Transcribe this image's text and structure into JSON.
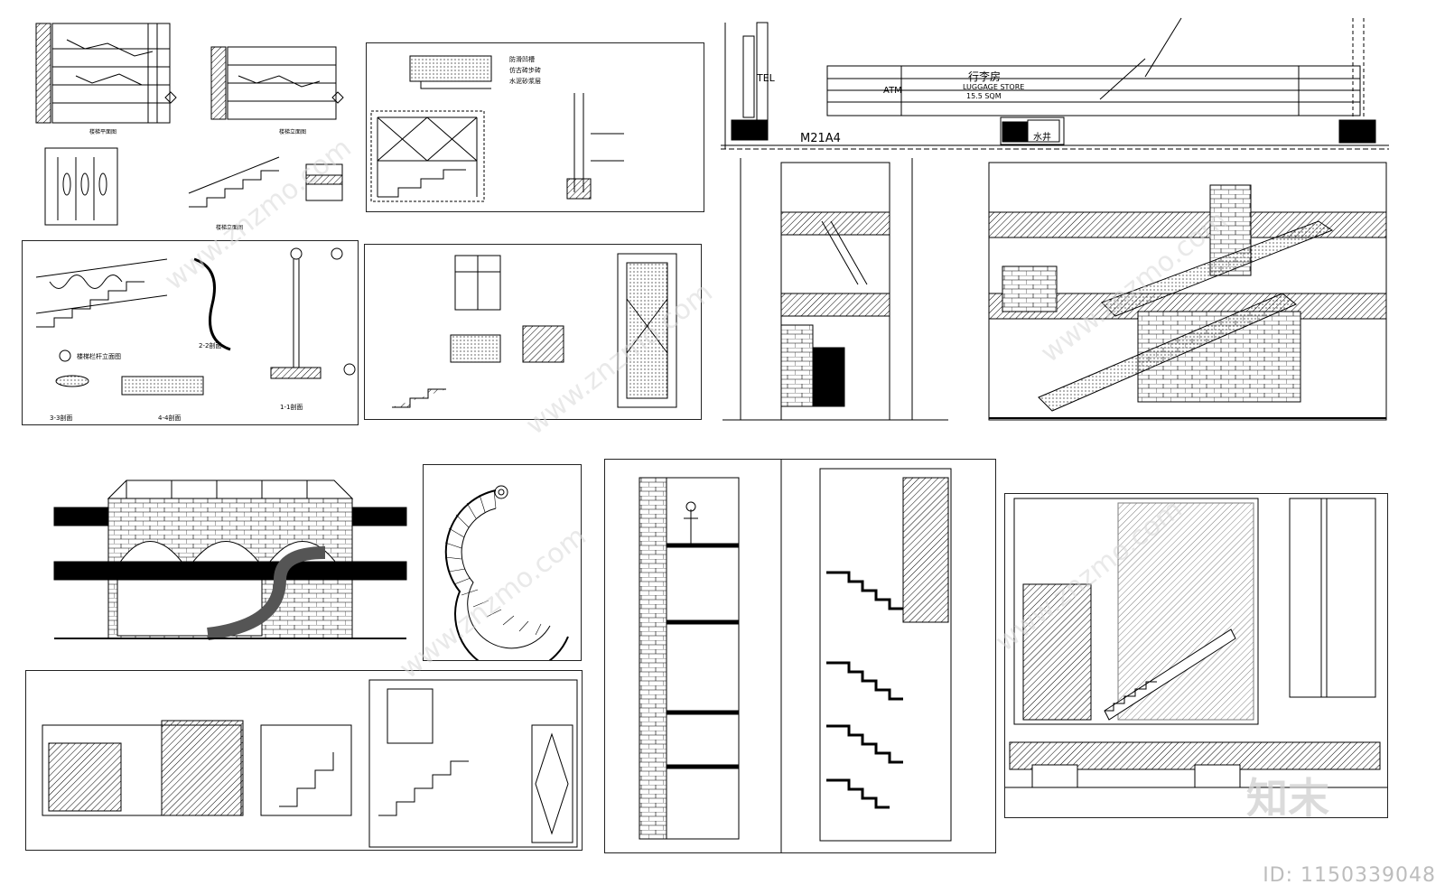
{
  "labels": {
    "tel": "TEL",
    "atm": "ATM",
    "store_cn": "行李房",
    "store_en": "LUGGAGE STORE",
    "store_area": "15.5 SQM",
    "code": "M21A4",
    "well": "水井",
    "stair_plan_title": "楼梯平面图",
    "stair_elev_title": "楼梯立面图",
    "rail_elev_title": "楼梯栏杆立面图",
    "sec_1": "1-1剖面",
    "sec_2": "2-2剖面",
    "sec_3": "3-3剖面",
    "sec_4": "4-4剖面",
    "anti_slip": "防滑凹槽",
    "stone_tread": "仿古砖步砖",
    "mortar": "水泥砂浆层"
  },
  "watermark": "www.znzmo.com",
  "brand": "知末",
  "id_text": "ID: 1150339048"
}
